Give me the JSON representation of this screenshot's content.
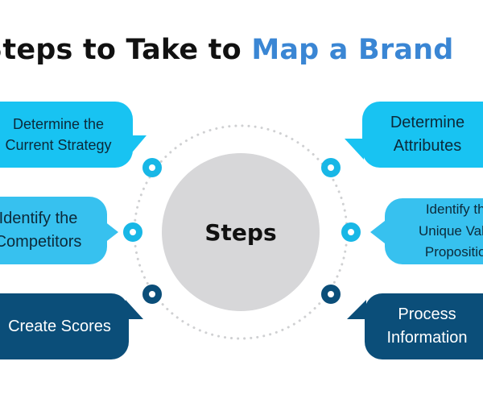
{
  "title": {
    "part1": "Steps to Take to ",
    "part2": "Map a Brand"
  },
  "center_label": "Steps",
  "steps": [
    {
      "label": "Determine the\nCurrent Strategy"
    },
    {
      "label": "Identify the\nCompetitors"
    },
    {
      "label": "Create Scores"
    },
    {
      "label": "Determine\nAttributes"
    },
    {
      "label": "Identify the\nUnique Value\nProposition"
    },
    {
      "label": "Process\nInformation"
    }
  ],
  "colors": {
    "accent": "#3a86d4",
    "cyan": "#18c3f2",
    "navy": "#0b4e79",
    "center": "#d7d7d9"
  }
}
